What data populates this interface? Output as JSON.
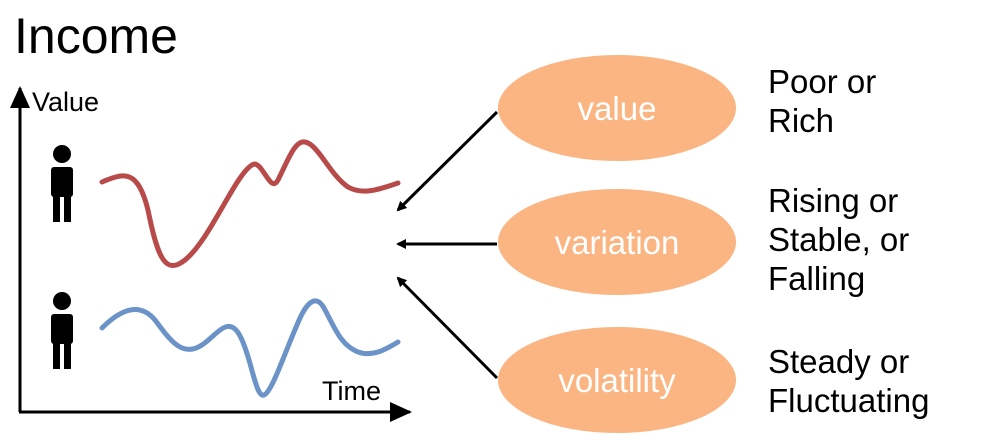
{
  "title": "Income",
  "axes": {
    "y_label": "Value",
    "x_label": "Time"
  },
  "series": [
    {
      "color": "#b84a4a",
      "icon": "person-icon"
    },
    {
      "color": "#6b93c7",
      "icon": "person-icon"
    }
  ],
  "aspects": [
    {
      "label": "value",
      "description": [
        "Poor or",
        "Rich"
      ]
    },
    {
      "label": "variation",
      "description": [
        "Rising or",
        "Stable, or",
        "Falling"
      ]
    },
    {
      "label": "volatility",
      "description": [
        "Steady or",
        "Fluctuating"
      ]
    }
  ],
  "colors": {
    "ellipse_fill": "#fbb583",
    "ellipse_text": "#ffffff",
    "axis": "#000000"
  }
}
